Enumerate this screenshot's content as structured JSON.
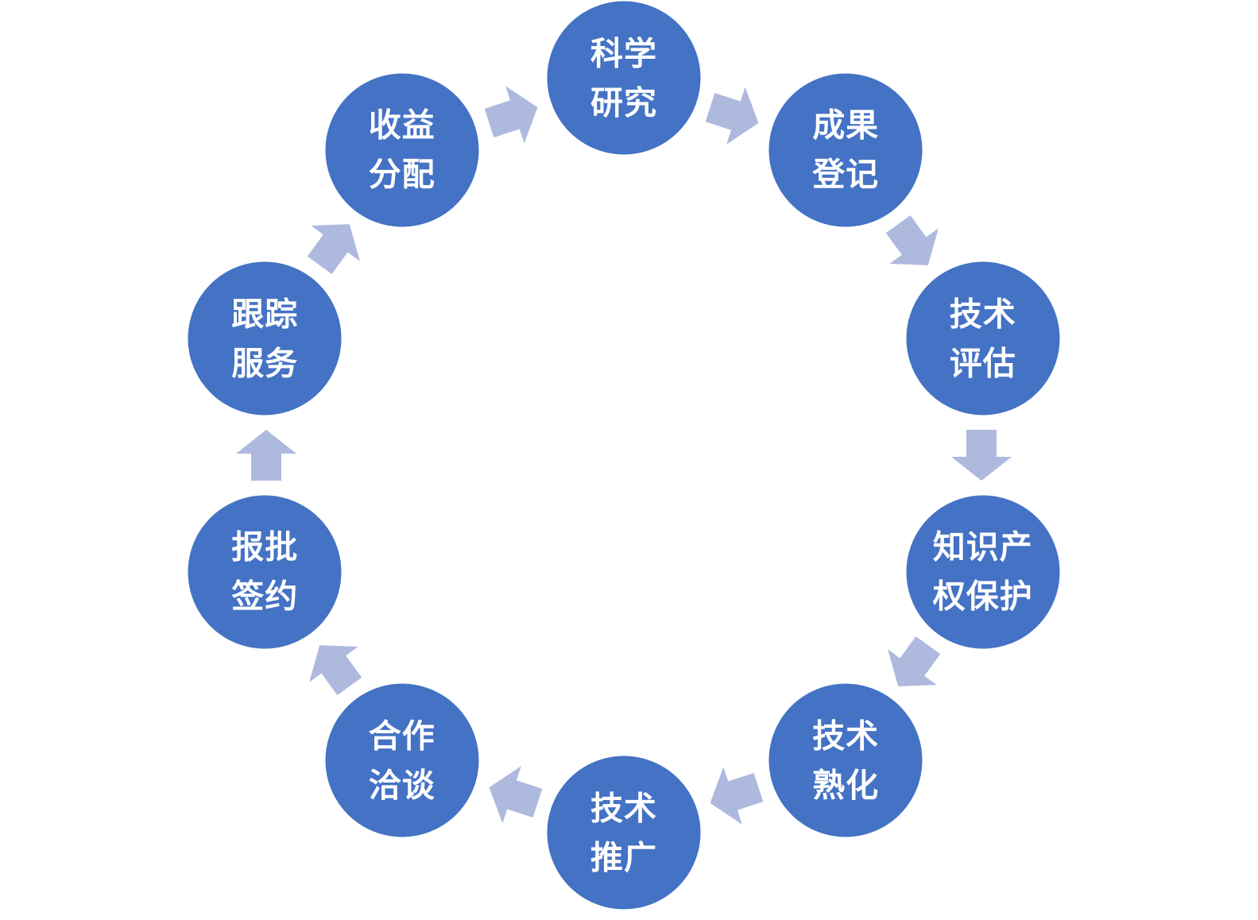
{
  "diagram": {
    "type": "cycle",
    "direction": "clockwise",
    "colors": {
      "node_fill": "#4472C4",
      "arrow_fill": "#AEB9DE",
      "node_text": "#FFFFFF",
      "background": "#FFFFFF"
    },
    "nodes": [
      {
        "id": "kexue-yanjiu",
        "label": "科学研究",
        "lines": [
          "科学",
          "研究"
        ]
      },
      {
        "id": "chengguo-dengji",
        "label": "成果登记",
        "lines": [
          "成果",
          "登记"
        ]
      },
      {
        "id": "jishu-pinggu",
        "label": "技术评估",
        "lines": [
          "技术",
          "评估"
        ]
      },
      {
        "id": "zhishichanquan-baohu",
        "label": "知识产权保护",
        "lines": [
          "知识产",
          "权保护"
        ]
      },
      {
        "id": "jishu-shuhua",
        "label": "技术熟化",
        "lines": [
          "技术",
          "熟化"
        ]
      },
      {
        "id": "jishu-tuiguang",
        "label": "技术推广",
        "lines": [
          "技术",
          "推广"
        ]
      },
      {
        "id": "hezuo-qiatan",
        "label": "合作洽谈",
        "lines": [
          "合作",
          "洽谈"
        ]
      },
      {
        "id": "baopi-qianyue",
        "label": "报批签约",
        "lines": [
          "报批",
          "签约"
        ]
      },
      {
        "id": "genzong-fuwu",
        "label": "跟踪服务",
        "lines": [
          "跟踪",
          "服务"
        ]
      },
      {
        "id": "shouyi-fenpei",
        "label": "收益分配",
        "lines": [
          "收益",
          "分配"
        ]
      }
    ],
    "arrows": [
      {
        "from": "科学研究",
        "to": "成果登记"
      },
      {
        "from": "成果登记",
        "to": "技术评估"
      },
      {
        "from": "技术评估",
        "to": "知识产权保护"
      },
      {
        "from": "知识产权保护",
        "to": "技术熟化"
      },
      {
        "from": "技术熟化",
        "to": "技术推广"
      },
      {
        "from": "技术推广",
        "to": "合作洽谈"
      },
      {
        "from": "合作洽谈",
        "to": "报批签约"
      },
      {
        "from": "报批签约",
        "to": "跟踪服务"
      },
      {
        "from": "跟踪服务",
        "to": "收益分配"
      },
      {
        "from": "收益分配",
        "to": "科学研究"
      }
    ]
  }
}
